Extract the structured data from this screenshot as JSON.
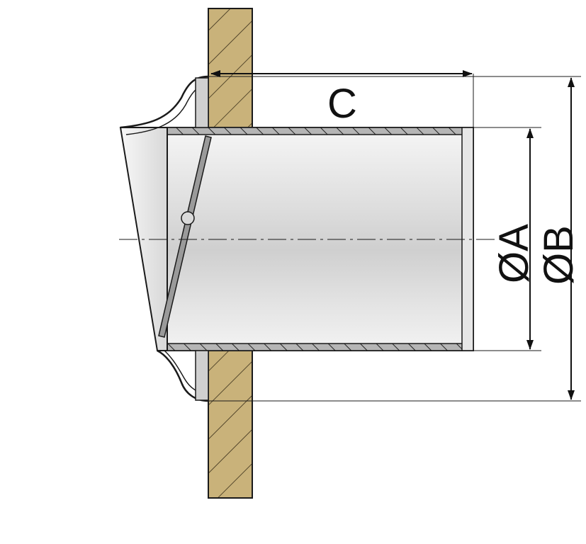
{
  "diagram": {
    "labels": {
      "c": "C",
      "a": "ØA",
      "b": "ØB"
    },
    "colors": {
      "wood": "#c9b27a",
      "wood_hatch": "#3a2f1a",
      "steel_light": "#f2f2f2",
      "steel_mid": "#dcdcdc",
      "steel_dark": "#b9b9b9",
      "outline": "#1a1a1a",
      "dimension": "#111111"
    }
  }
}
